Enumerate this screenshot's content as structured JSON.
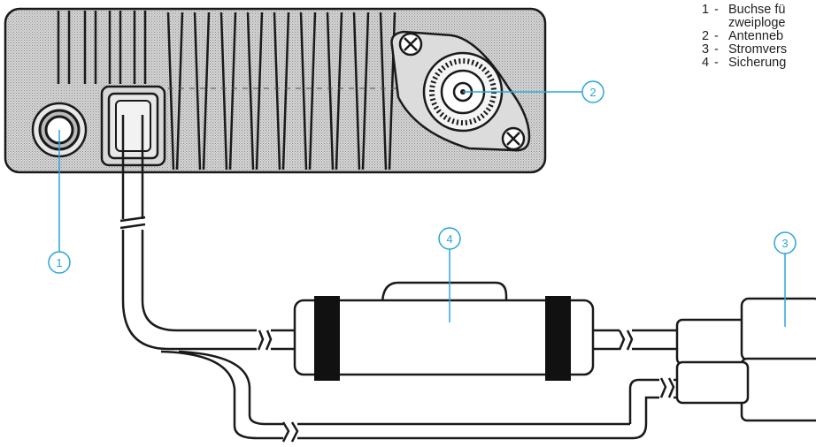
{
  "legend": {
    "items": [
      {
        "num": "1",
        "dash": "-",
        "lines": [
          "Buchse fü",
          "zweiploge"
        ]
      },
      {
        "num": "2",
        "dash": "-",
        "lines": [
          "Antenneb"
        ]
      },
      {
        "num": "3",
        "dash": "-",
        "lines": [
          "Stromvers"
        ]
      },
      {
        "num": "4",
        "dash": "-",
        "lines": [
          "Sicherung"
        ]
      }
    ]
  },
  "callouts": [
    {
      "id": "1",
      "label": "1"
    },
    {
      "id": "2",
      "label": "2"
    },
    {
      "id": "3",
      "label": "3"
    },
    {
      "id": "4",
      "label": "4"
    }
  ],
  "colors": {
    "callout": "#2aa6d8",
    "ink": "#1a1a1a",
    "panel": "#c9c9c9",
    "band": "#111111"
  }
}
